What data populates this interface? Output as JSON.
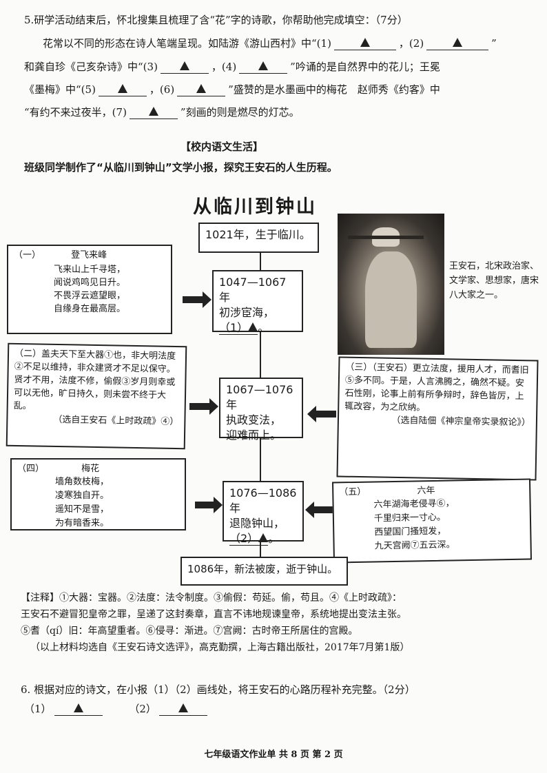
{
  "q5": {
    "title": "5.研学活动结束后，怀北搜集且梳理了含“花”字的诗歌，你帮助他完成填空：（7分）",
    "l1a": "花常以不同的形态在诗人笔端呈现。如陆游《游山西村》中“(1)",
    "l1b": "，(2)",
    "l1c": "”",
    "l2a": "和龚自珍《己亥杂诗》中“(3)",
    "l2b": "，(4)",
    "l2c": "”吟诵的是自然界中的花儿；王冕",
    "l3a": "《墨梅》中“(5)",
    "l3b": "，(6)",
    "l3c": "”盛赞的是水墨画中的梅花　赵师秀《约客》中",
    "l4a": "“有约不来过夜半，(7)",
    "l4b": "”刻画的则是燃尽的灯芯。"
  },
  "section": {
    "heading": "【校内语文生活】",
    "intro": "班级同学制作了“从临川到钟山”文学小报，探究王安石的人生历程。"
  },
  "paper": {
    "title": "从临川到钟山",
    "born": "1021年，生于临川。",
    "stage1": {
      "years": "1047—1067年",
      "text": "初涉宦海，",
      "blank": "（1）"
    },
    "stage2": {
      "years": "1067—1076年",
      "l1": "执政变法，",
      "l2": "迎难而上。"
    },
    "stage3": {
      "years": "1076—1086年",
      "text": "退隐钟山，",
      "blank": "（2）"
    },
    "death": "1086年，新法被废，逝于钟山。",
    "caption": "王安石，北宋政治家、文学家、思想家，唐宋八大家之一。",
    "box1": {
      "num": "（一）",
      "title": "登飞来峰",
      "lines": [
        "飞来山上千寻塔，",
        "闻说鸡鸣见日升。",
        "不畏浮云遮望眼，",
        "自缘身在最高层。"
      ]
    },
    "box2": {
      "text": "（二）盖夫天下至大器①也，非大明法度②不足以维持，非众建贤才不足以保守。贤才不用，法度不修，偷假③岁月则幸或可以无他，旷日持久，则未尝不终于大乱。",
      "src": "（选自王安石《上时政疏》④）"
    },
    "box3": {
      "text": "（三）（王安石）更立法度，援用人才，而耆旧⑤多不同。于是，人言沸腾之，确然不疑。安石性刚，论事上前有所争辩时，辞色皆厉，上辄改容，为之欣纳。",
      "src": "（选自陆佃《神宗皇帝实录叙论》）"
    },
    "box4": {
      "num": "（四）",
      "title": "梅花",
      "lines": [
        "墙角数枝梅，",
        "凌寒独自开。",
        "遥知不是雪，",
        "为有暗香来。"
      ]
    },
    "box5": {
      "num": "（五）",
      "title": "六年",
      "lines": [
        "六年湖海老侵寻⑥，",
        "千里归来一寸心。",
        "西望国门搔短发，",
        "九天宫阙⑦五云深。"
      ]
    }
  },
  "notes": {
    "l1": "【注释】①大器：宝器。②法度：法令制度。③偷假：苟延。偷，苟且。④《上时政疏》：",
    "l2": "王安石不避冒犯皇帝之罪，呈递了这封奏章，直言不讳地规谏皇帝，系统地提出变法主张。",
    "l3": "⑤耆（qí）旧：年高望重者。⑥侵寻：渐进。⑦宫阙：古时帝王所居住的宫殿。",
    "l4": "（以上材料均选自《王安石诗文选评》，高克勤撰，上海古籍出版社，2017年7月第1版）"
  },
  "q6": {
    "title": "6.  根据对应的诗文，在小报（1）（2）画线处，将王安石的心路历程补充完整。（2分）",
    "a1": "（1）",
    "a2": "（2）"
  },
  "footer": "七年级语文作业单  共 8 页 第 2 页"
}
